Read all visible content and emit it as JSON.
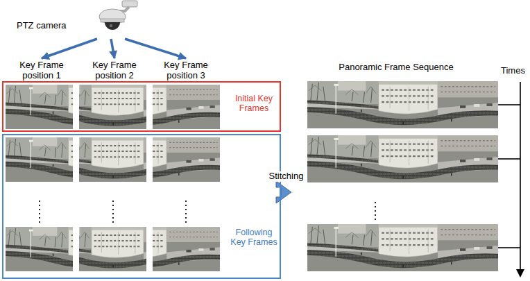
{
  "diagram": {
    "nodes": [
      {
        "text": [
          "PTZ camera"
        ]
      },
      {
        "text": [
          "Key Frame position 1"
        ]
      },
      {
        "text": [
          "Key Frame position 2"
        ]
      },
      {
        "text": [
          "Key Frame position 3"
        ]
      },
      {
        "text": [
          "Initial Key Frames"
        ]
      },
      {
        "text": [
          "Following Key Frames"
        ]
      },
      {
        "text": [
          "Panoramic Frame Sequence"
        ]
      }
    ],
    "edges": [
      {
        "from": 0,
        "to": 1,
        "arrow": "to"
      },
      {
        "from": 0,
        "to": 2,
        "arrow": "to"
      },
      {
        "from": 0,
        "to": 3,
        "arrow": "to"
      },
      {
        "from": 5,
        "to": 6,
        "label": "Stitching",
        "arrow": "to"
      }
    ],
    "labels": [
      "Times"
    ]
  }
}
